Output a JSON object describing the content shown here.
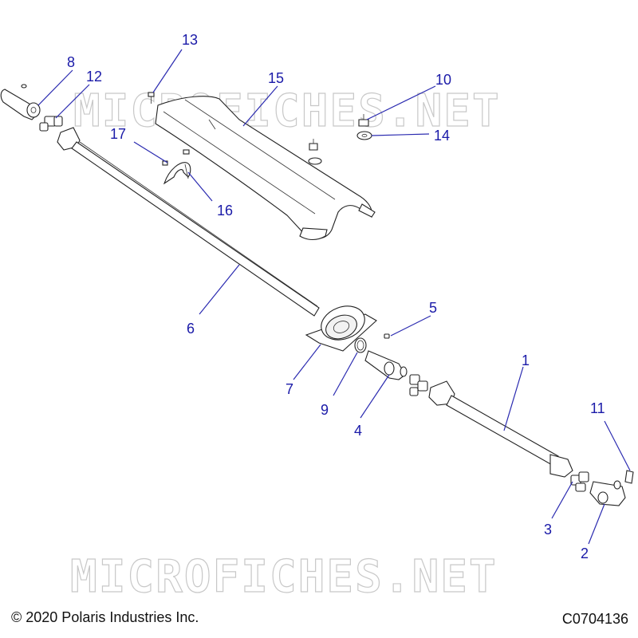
{
  "watermark": "MICROFICHES.NET",
  "footer": {
    "copyright": "© 2020 Polaris Industries Inc.",
    "diagram_code": "C0704136"
  },
  "callouts": [
    {
      "id": "1",
      "label": "1"
    },
    {
      "id": "2",
      "label": "2"
    },
    {
      "id": "3",
      "label": "3"
    },
    {
      "id": "4",
      "label": "4"
    },
    {
      "id": "5",
      "label": "5"
    },
    {
      "id": "6",
      "label": "6"
    },
    {
      "id": "7",
      "label": "7"
    },
    {
      "id": "8",
      "label": "8"
    },
    {
      "id": "9",
      "label": "9"
    },
    {
      "id": "10",
      "label": "10"
    },
    {
      "id": "11",
      "label": "11"
    },
    {
      "id": "12",
      "label": "12"
    },
    {
      "id": "13",
      "label": "13"
    },
    {
      "id": "14",
      "label": "14"
    },
    {
      "id": "15",
      "label": "15"
    },
    {
      "id": "16",
      "label": "16"
    },
    {
      "id": "17",
      "label": "17"
    }
  ],
  "colors": {
    "callout_text": "#1a1aa8",
    "line_art": "#222222",
    "watermark": "#c8c8c8"
  }
}
